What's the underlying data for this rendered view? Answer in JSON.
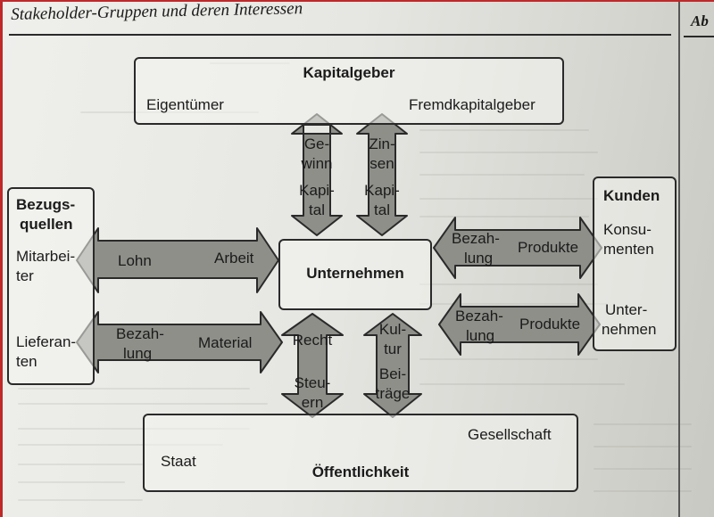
{
  "header": {
    "title": "Stakeholder-Gruppen und deren Interessen",
    "right_fragment": "Ab"
  },
  "colors": {
    "arrow_fill": "#8f8f8a",
    "border": "#2a2a2a",
    "paper": "#e9e9e5"
  },
  "kapitalgeber": {
    "title": "Kapitalgeber",
    "left": "Eigentümer",
    "right": "Fremdkapitalgeber"
  },
  "unternehmen": {
    "title": "Unternehmen"
  },
  "bezugsquellen": {
    "title_line1": "Bezugs-",
    "title_line2": "quellen",
    "item1_line1": "Mitarbei-",
    "item1_line2": "ter",
    "item2_line1": "Lieferan-",
    "item2_line2": "ten"
  },
  "kunden": {
    "title": "Kunden",
    "item1_line1": "Konsu-",
    "item1_line2": "menten",
    "item2_line1": "Unter-",
    "item2_line2": "nehmen"
  },
  "oeffentlichkeit": {
    "title": "Öffentlichkeit",
    "left": "Staat",
    "right": "Gesellschaft"
  },
  "arrows": {
    "top_left": {
      "l1": "Ge-",
      "l2": "winn",
      "l3": "Kapi-",
      "l4": "tal"
    },
    "top_right": {
      "l1": "Zin-",
      "l2": "sen",
      "l3": "Kapi-",
      "l4": "tal"
    },
    "left_top": {
      "a": "Lohn",
      "b": "Arbeit"
    },
    "left_bottom": {
      "a1": "Bezah-",
      "a2": "lung",
      "b": "Material"
    },
    "right_top": {
      "a1": "Bezah-",
      "a2": "lung",
      "b": "Produkte"
    },
    "right_bottom": {
      "a1": "Bezah-",
      "a2": "lung",
      "b": "Produkte"
    },
    "bottom_left": {
      "l1": "Recht",
      "l2": "Steu-",
      "l3": "ern"
    },
    "bottom_right": {
      "l1": "Kul-",
      "l2": "tur",
      "l3": "Bei-",
      "l4": "träge"
    }
  }
}
